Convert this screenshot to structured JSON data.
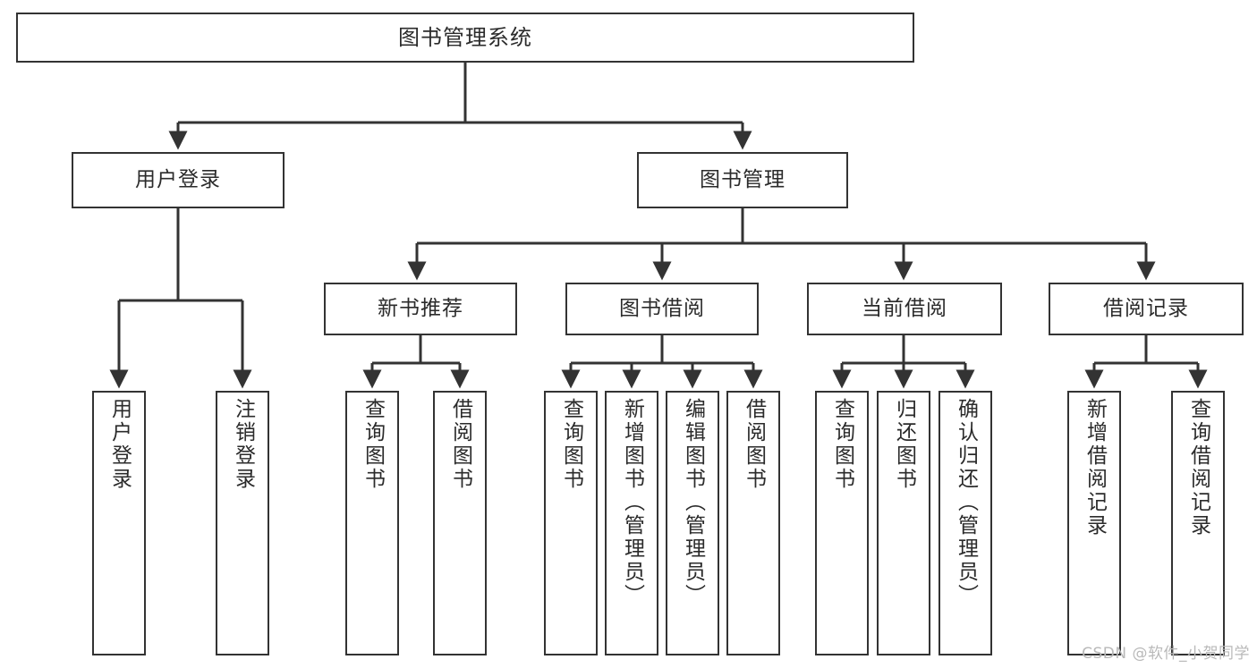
{
  "diagram": {
    "title": "图书管理系统",
    "type": "tree",
    "watermark": "CSDN @软件_小贺同学",
    "colors": {
      "box_border": "#333333",
      "box_fill": "#ffffff",
      "connector": "#333333",
      "text": "#2b2b2b",
      "watermark": "#b9b9b9",
      "background": "#ffffff"
    },
    "root": {
      "label": "图书管理系统"
    },
    "level2": [
      {
        "label": "用户登录"
      },
      {
        "label": "图书管理"
      }
    ],
    "level3": [
      {
        "label": "新书推荐"
      },
      {
        "label": "图书借阅"
      },
      {
        "label": "当前借阅"
      },
      {
        "label": "借阅记录"
      }
    ],
    "leaves_user_login": [
      {
        "label": "用户登录"
      },
      {
        "label": "注销登录"
      }
    ],
    "leaves_new_book": [
      {
        "label": "查询图书"
      },
      {
        "label": "借阅图书"
      }
    ],
    "leaves_book_borrow": [
      {
        "label": "查询图书"
      },
      {
        "label": "新增图书（管理员）"
      },
      {
        "label": "编辑图书（管理员）"
      },
      {
        "label": "借阅图书"
      }
    ],
    "leaves_current_borrow": [
      {
        "label": "查询图书"
      },
      {
        "label": "归还图书"
      },
      {
        "label": "确认归还（管理员）"
      }
    ],
    "leaves_borrow_record": [
      {
        "label": "新增借阅记录"
      },
      {
        "label": "查询借阅记录"
      }
    ]
  }
}
